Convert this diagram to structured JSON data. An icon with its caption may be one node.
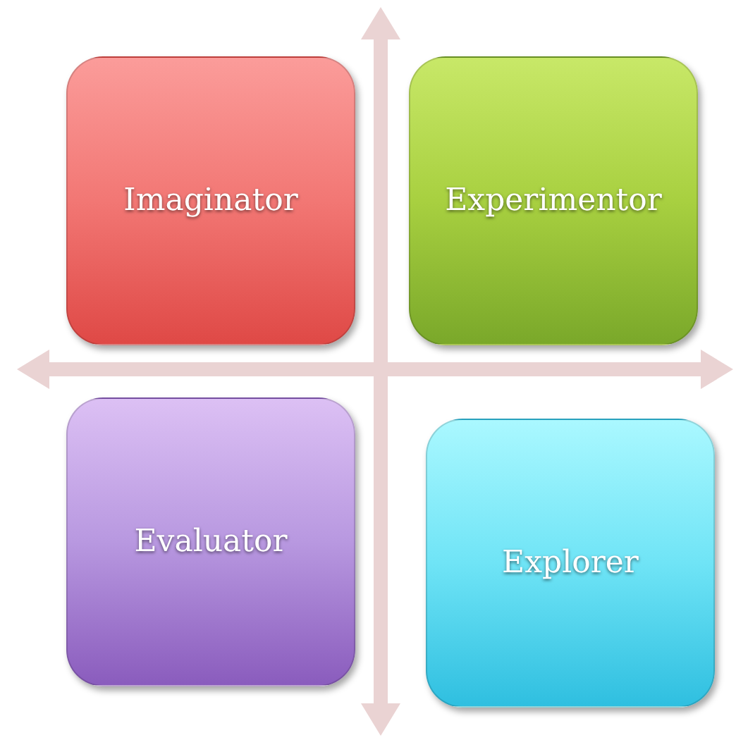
{
  "diagram": {
    "nodes": [
      {
        "text": [
          "Imaginator"
        ]
      },
      {
        "text": [
          "Experimentor"
        ]
      },
      {
        "text": [
          "Evaluator"
        ]
      },
      {
        "text": [
          "Explorer"
        ]
      }
    ]
  }
}
